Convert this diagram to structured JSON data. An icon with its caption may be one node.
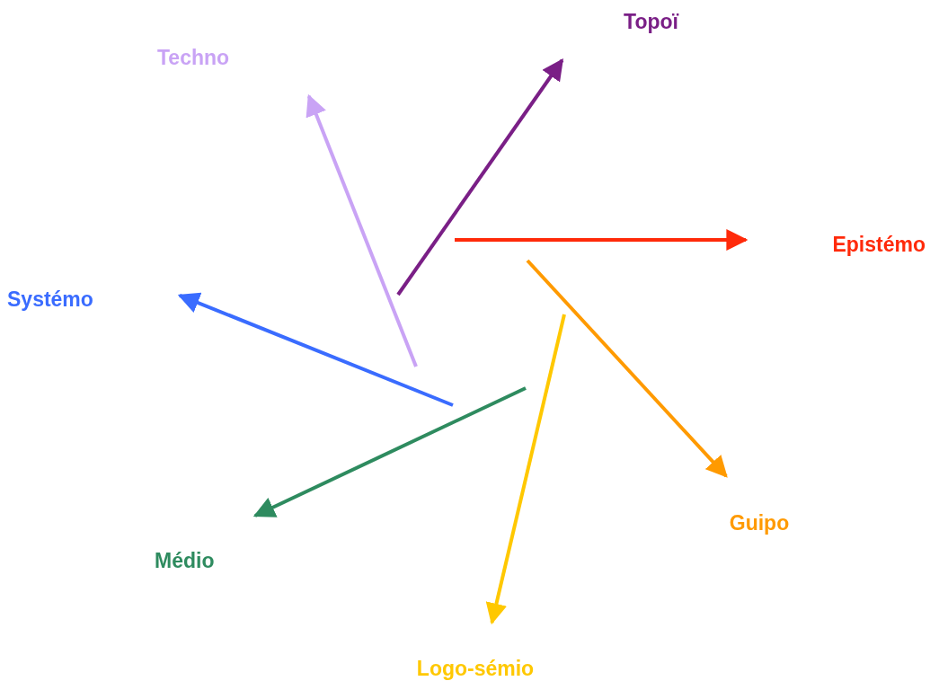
{
  "diagram": {
    "nodes": [
      {
        "text": [
          "Topoï"
        ]
      },
      {
        "text": [
          "Techno"
        ]
      },
      {
        "text": [
          "Epistémo"
        ]
      },
      {
        "text": [
          "Systémo"
        ]
      },
      {
        "text": [
          "Guipo"
        ]
      },
      {
        "text": [
          "Médio"
        ]
      },
      {
        "text": [
          "Logo-sémio"
        ]
      }
    ],
    "edges": [
      {
        "from": null,
        "to": 1,
        "arrow": "to",
        "color": "#c9a3f5"
      },
      {
        "from": null,
        "to": 0,
        "arrow": "to",
        "color": "#7a1f86"
      },
      {
        "from": null,
        "to": 2,
        "arrow": "to",
        "color": "#ff2a0a"
      },
      {
        "from": null,
        "to": 3,
        "arrow": "to",
        "color": "#3a6cff"
      },
      {
        "from": null,
        "to": 4,
        "arrow": "to",
        "color": "#ff9a00"
      },
      {
        "from": null,
        "to": 5,
        "arrow": "to",
        "color": "#2e8b5f"
      },
      {
        "from": null,
        "to": 6,
        "arrow": "to",
        "color": "#ffc800"
      }
    ]
  }
}
